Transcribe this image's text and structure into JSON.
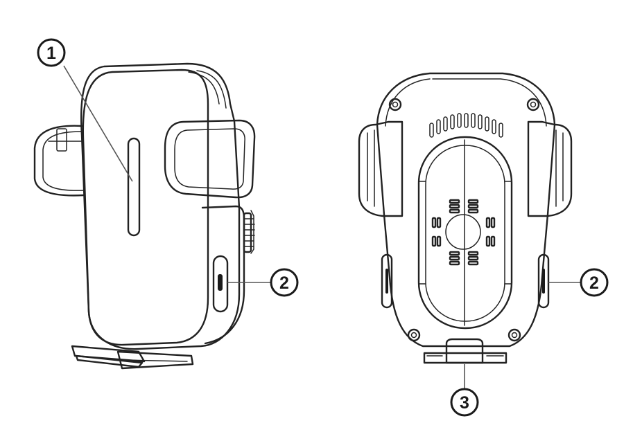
{
  "callouts": [
    {
      "id": "1",
      "label": "1"
    },
    {
      "id": "2a",
      "label": "2"
    },
    {
      "id": "2b",
      "label": "2"
    },
    {
      "id": "3",
      "label": "3"
    }
  ]
}
